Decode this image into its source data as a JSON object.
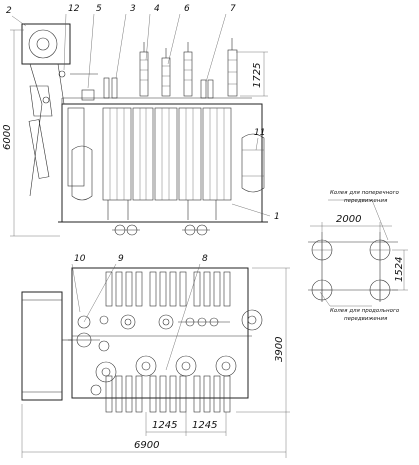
{
  "callouts": [
    "1",
    "2",
    "3",
    "4",
    "5",
    "6",
    "7",
    "8",
    "9",
    "10",
    "11",
    "12"
  ],
  "dimensions": {
    "total_height": "6000",
    "bushing_height": "1725",
    "track_longitudinal": "2000",
    "track_transverse": "1524",
    "plan_width": "3900",
    "fan_pitch_1": "1245",
    "fan_pitch_2": "1245",
    "total_length": "6900"
  },
  "track_notes": {
    "transverse": [
      "Колея для поперечного",
      "передвижения"
    ],
    "longitudinal": [
      "Колея для продольного",
      "передвижения"
    ]
  }
}
